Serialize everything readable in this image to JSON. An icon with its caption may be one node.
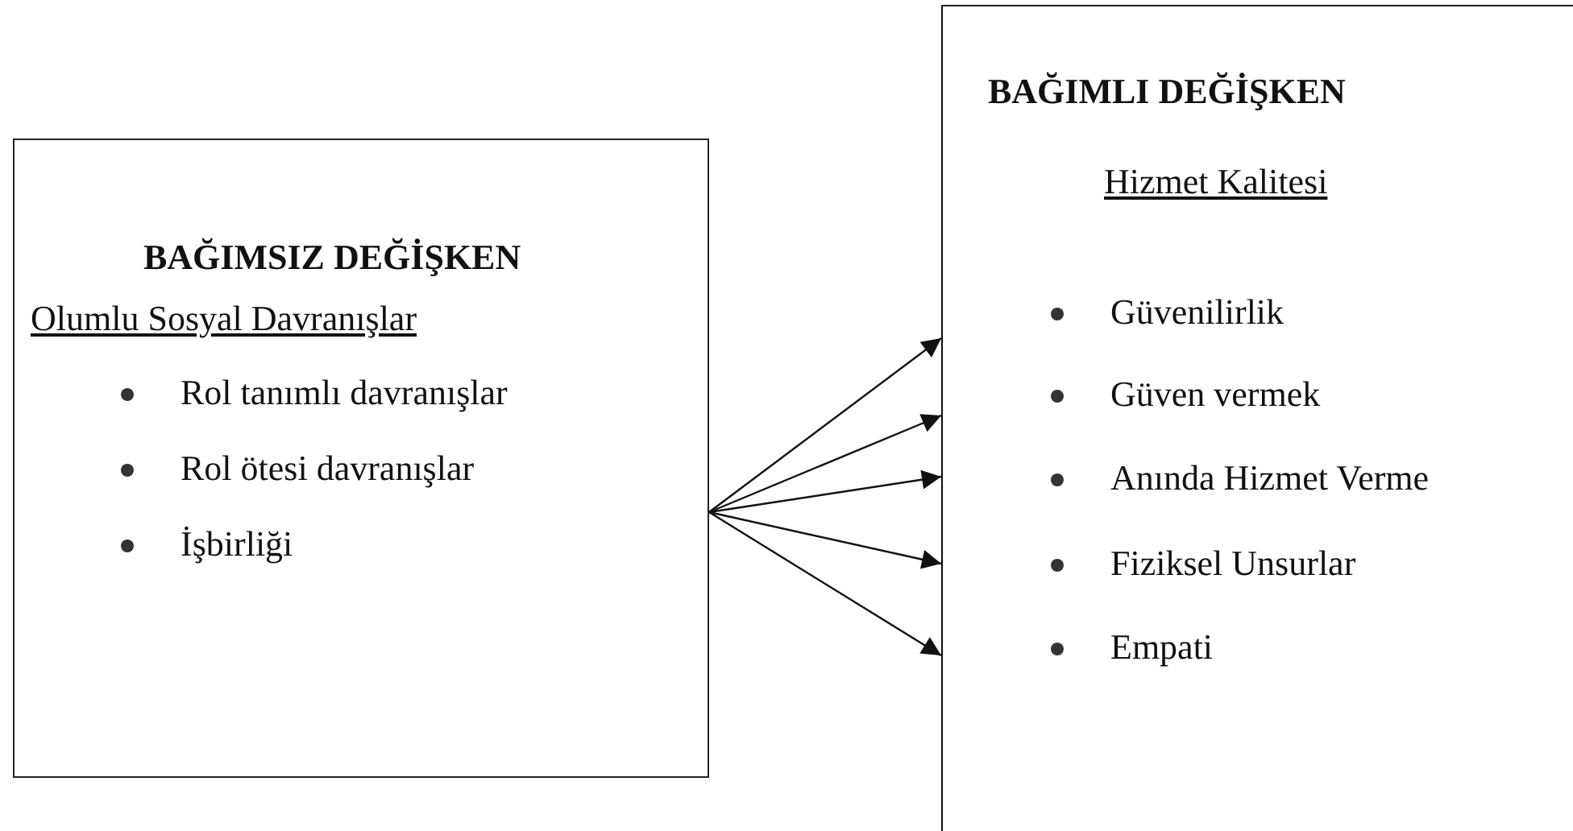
{
  "diagram": {
    "nodes": [
      {
        "text": [
          "BAĞIMSIZ DEĞİŞKEN",
          "Olumlu Sosyal Davranışlar",
          "Rol tanımlı davranışlar",
          "Rol ötesi davranışlar",
          "İşbirliği"
        ]
      },
      {
        "text": [
          "BAĞIMLI DEĞİŞKEN",
          "Hizmet Kalitesi",
          "Güvenilirlik",
          "Güven vermek",
          "Anında Hizmet Verme",
          "Fiziksel Unsurlar",
          "Empati"
        ]
      }
    ],
    "edges": [
      {
        "from": 0,
        "to": 1,
        "arrow": "to"
      },
      {
        "from": 0,
        "to": 1,
        "arrow": "to"
      },
      {
        "from": 0,
        "to": 1,
        "arrow": "to"
      },
      {
        "from": 0,
        "to": 1,
        "arrow": "to"
      },
      {
        "from": 0,
        "to": 1,
        "arrow": "to"
      }
    ]
  }
}
